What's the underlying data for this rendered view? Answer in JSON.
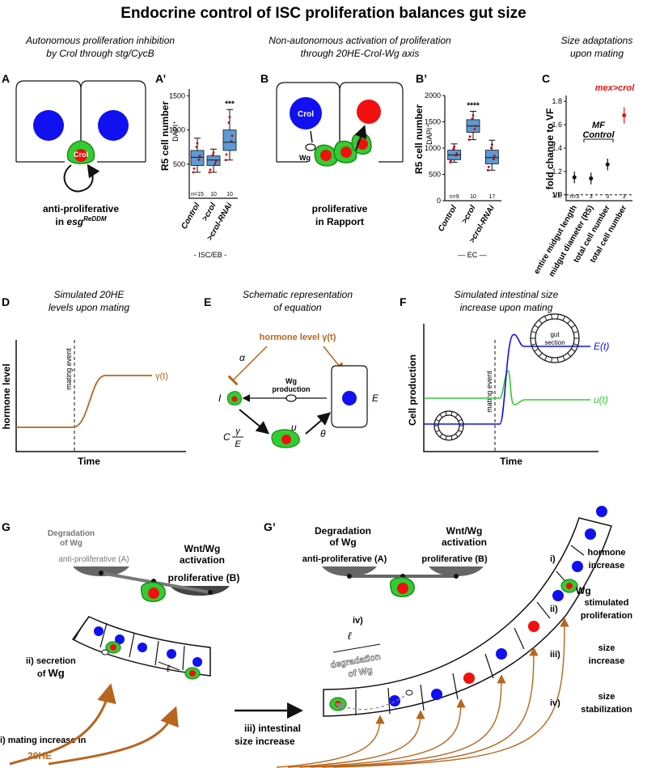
{
  "title": "Endocrine control of ISC proliferation balances gut size",
  "colors": {
    "blue": "#1010f0",
    "red": "#f01010",
    "green": "#33cc33",
    "darkgreen": "#1a8a1a",
    "brown": "#b8651e",
    "box": "#5b9bd5",
    "gray": "#777777"
  },
  "panelA": {
    "letter": "A",
    "header1": "Autonomous proliferation inhibition",
    "header2": "by Crol through stg/CycB",
    "cell_label": "Crol",
    "caption1": "anti-proliferative",
    "caption2_prefix": "in ",
    "caption2_base": "esg",
    "caption2_sup": "ReDDM"
  },
  "panelA2": {
    "letter": "A’",
    "ylabel": "R5 cell number",
    "ysub": "DAPI⁺",
    "yticks": [
      "500",
      "1000",
      "1500"
    ],
    "categories": [
      "Control",
      ">crol",
      ">crol-RNAi"
    ],
    "n_labels": [
      "n=15",
      "10",
      "10"
    ],
    "sig": "***",
    "group": "- ISC/EB -"
  },
  "panelB": {
    "letter": "B",
    "header1": "Non-autonomous activation of proliferation",
    "header2": "through 20HE-Crol-Wg axis",
    "cell_label": "Crol",
    "wg": "Wg",
    "caption1": "proliferative",
    "caption2": "in Rapport"
  },
  "panelB2": {
    "letter": "B’",
    "ylabel": "R5 cell number",
    "ysub": "DAPI⁺",
    "yticks": [
      "0",
      "500",
      "1000",
      "1500",
      "2000"
    ],
    "categories": [
      "Control",
      ">crol",
      ">crol-RNAi"
    ],
    "n_labels": [
      "n=9",
      "10",
      "17"
    ],
    "sig": "****",
    "group": "— EC —"
  },
  "panelC": {
    "letter": "C",
    "header1": "Size adaptations",
    "header2": "upon mating",
    "ylabel": "fold change to VF",
    "yticks": [
      "1.0",
      "1.2",
      "1.4",
      "1.6",
      "1.8"
    ],
    "vf": "VF",
    "mf_label1": "MF",
    "mf_label2": "Control",
    "mex_label": "mex>crol",
    "categories": [
      "entire midgut length",
      "midgut diameter (R5)",
      "total cell number",
      "total cell number"
    ],
    "n_labels": [
      "n=3",
      "3",
      "3",
      "3"
    ]
  },
  "panelD": {
    "letter": "D",
    "header1": "Simulated 20HE",
    "header2": "levels upon mating",
    "ylabel": "hormone level",
    "xlabel": "Time",
    "event": "mating event",
    "curve": "γ(t)"
  },
  "panelE": {
    "letter": "E",
    "header1": "Schematic representation",
    "header2": "of equation",
    "hormone": "hormone level γ(t)",
    "alpha": "α",
    "wg1": "Wg",
    "wg2": "production",
    "I": "I",
    "E": "E",
    "C": "C",
    "gamma": "γ",
    "Ed": "E",
    "u": "u",
    "theta": "θ"
  },
  "panelF": {
    "letter": "F",
    "header1": "Simulated intestinal size",
    "header2": "increase upon mating",
    "ylabel": "Cell production",
    "xlabel": "Time",
    "event": "mating event",
    "gut1": "gut",
    "gut2": "section",
    "E": "E(t)",
    "u": "u(t)"
  },
  "panelG": {
    "letter": "G",
    "deg1": "Degradation",
    "deg2": "of Wg",
    "wnt1": "Wnt/Wg",
    "wnt2": "activation",
    "anti": "anti-proliferative (A)",
    "pro": "proliferative (B)",
    "sec1": "ii)  secretion",
    "sec2": "of",
    "wg": "Wg",
    "ell": "ℓ",
    "mating1": "i) mating increase in",
    "mating2": "20HE",
    "arrow1": "iii)  intestinal",
    "arrow2": "size increase"
  },
  "panelG2": {
    "letter": "G’",
    "deg1": "Degradation",
    "deg2": "of Wg",
    "wnt1": "Wnt/Wg",
    "wnt2": "activation",
    "anti": "anti-proliferative (A)",
    "pro": "proliferative (B)",
    "iv": "iv)",
    "ell": "ℓ",
    "degw1": "degradation",
    "degw2": "of Wg",
    "wg": "Wg"
  },
  "legend": [
    {
      "num": "i)",
      "l1": "hormone",
      "l2": "increase"
    },
    {
      "num": "ii)",
      "l1": "stimulated",
      "l2": "proliferation"
    },
    {
      "num": "iii)",
      "l1": "size",
      "l2": "increase"
    },
    {
      "num": "iv)",
      "l1": "size",
      "l2": "stabilization"
    }
  ]
}
